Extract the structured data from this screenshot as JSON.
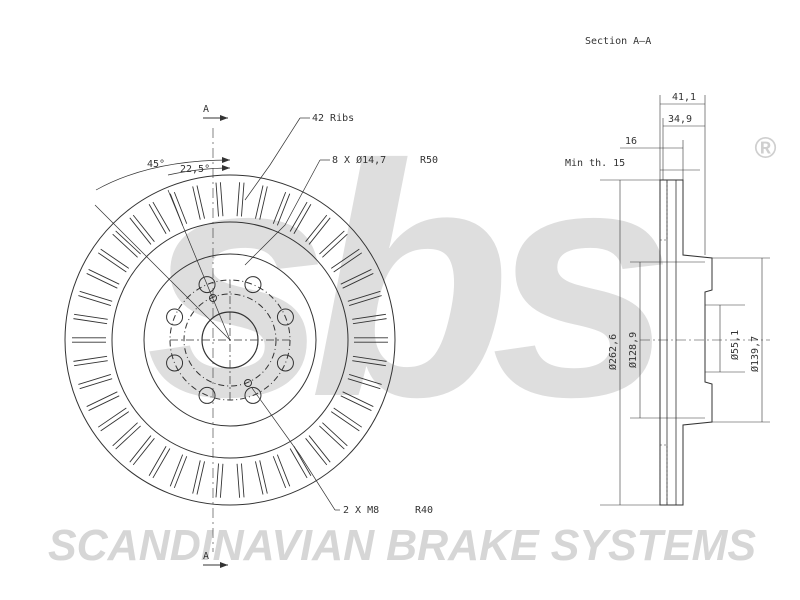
{
  "watermark": {
    "logo": "sbs",
    "registered": "®",
    "tagline": "SCANDINAVIAN BRAKE SYSTEMS"
  },
  "labels": {
    "section": "Section A–A",
    "ribs": "42 Ribs",
    "holes": "8 X Ø14,7",
    "holes_r": "R50",
    "threads": "2 X M8",
    "threads_r": "R40",
    "angle_45": "45°",
    "angle_22": "22,5°",
    "section_mark_top": "A",
    "section_mark_bottom": "A",
    "dim_41": "41,1",
    "dim_34": "34,9",
    "dim_16": "16",
    "min_th": "Min th. 15",
    "dia_262": "Ø262,6",
    "dia_128": "Ø128,9",
    "dia_55": "Ø55,1",
    "dia_139": "Ø139,7"
  },
  "colors": {
    "line": "#333333",
    "watermark": "#d9d9d9"
  }
}
